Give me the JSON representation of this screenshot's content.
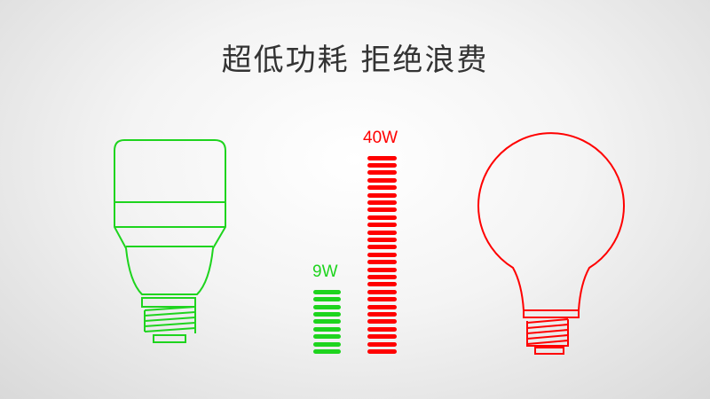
{
  "title": "超低功耗 拒绝浪费",
  "led": {
    "label": "9W",
    "watts": 9,
    "bar_count": 9,
    "color": "#1ed41e"
  },
  "incandescent": {
    "label": "40W",
    "watts": 40,
    "bar_count": 27,
    "color": "#ff0000"
  }
}
